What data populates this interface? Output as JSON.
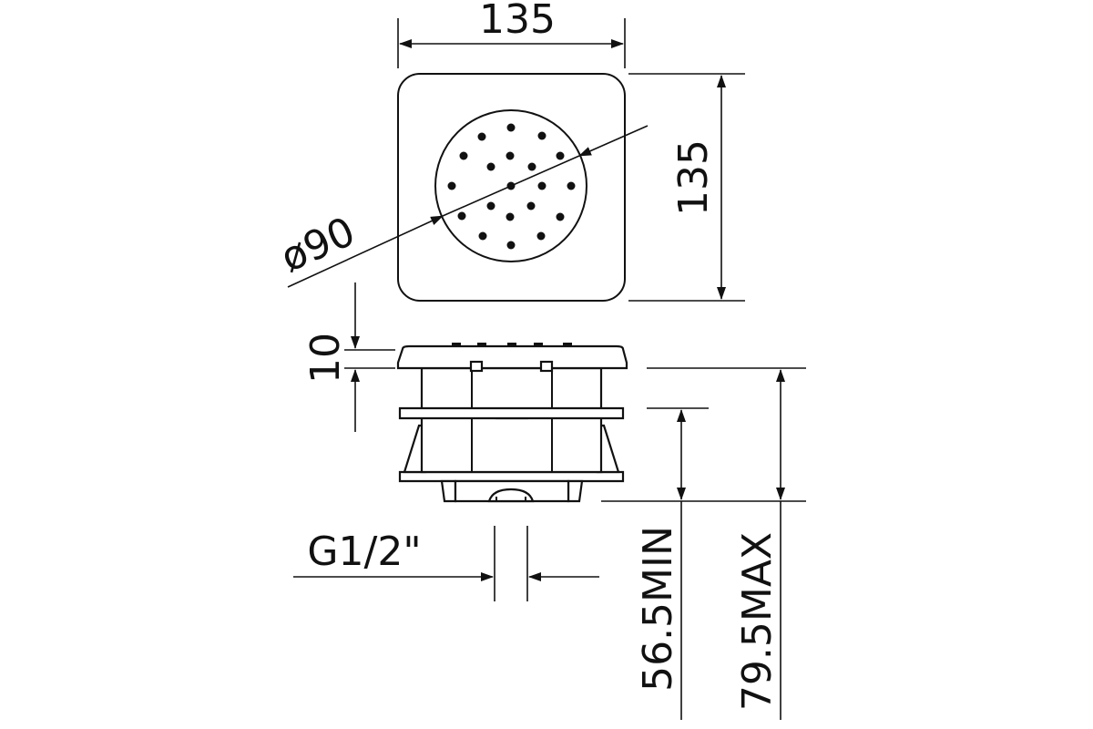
{
  "diagram": {
    "dimensions": {
      "top_width": "135",
      "side_height": "135",
      "diameter": "ø90",
      "cap_thickness": "10",
      "thread": "G1/2\"",
      "min_height": "56.5MIN",
      "max_height": "79.5MAX"
    }
  }
}
